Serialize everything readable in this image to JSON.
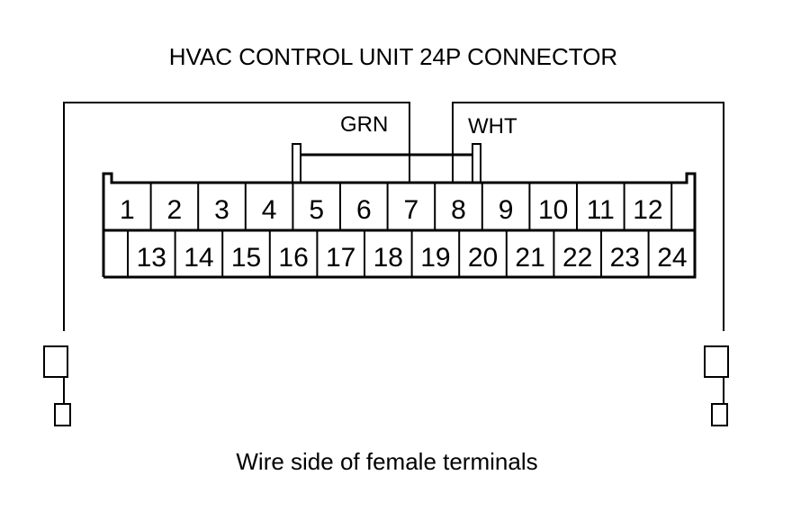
{
  "title": "HVAC CONTROL UNIT 24P CONNECTOR",
  "caption": "Wire side of female terminals",
  "wires": {
    "grn": "GRN",
    "wht": "WHT"
  },
  "pins_top": [
    "1",
    "2",
    "3",
    "4",
    "5",
    "6",
    "7",
    "8",
    "9",
    "10",
    "11",
    "12"
  ],
  "pins_bottom": [
    "13",
    "14",
    "15",
    "16",
    "17",
    "18",
    "19",
    "20",
    "21",
    "22",
    "23",
    "24"
  ]
}
